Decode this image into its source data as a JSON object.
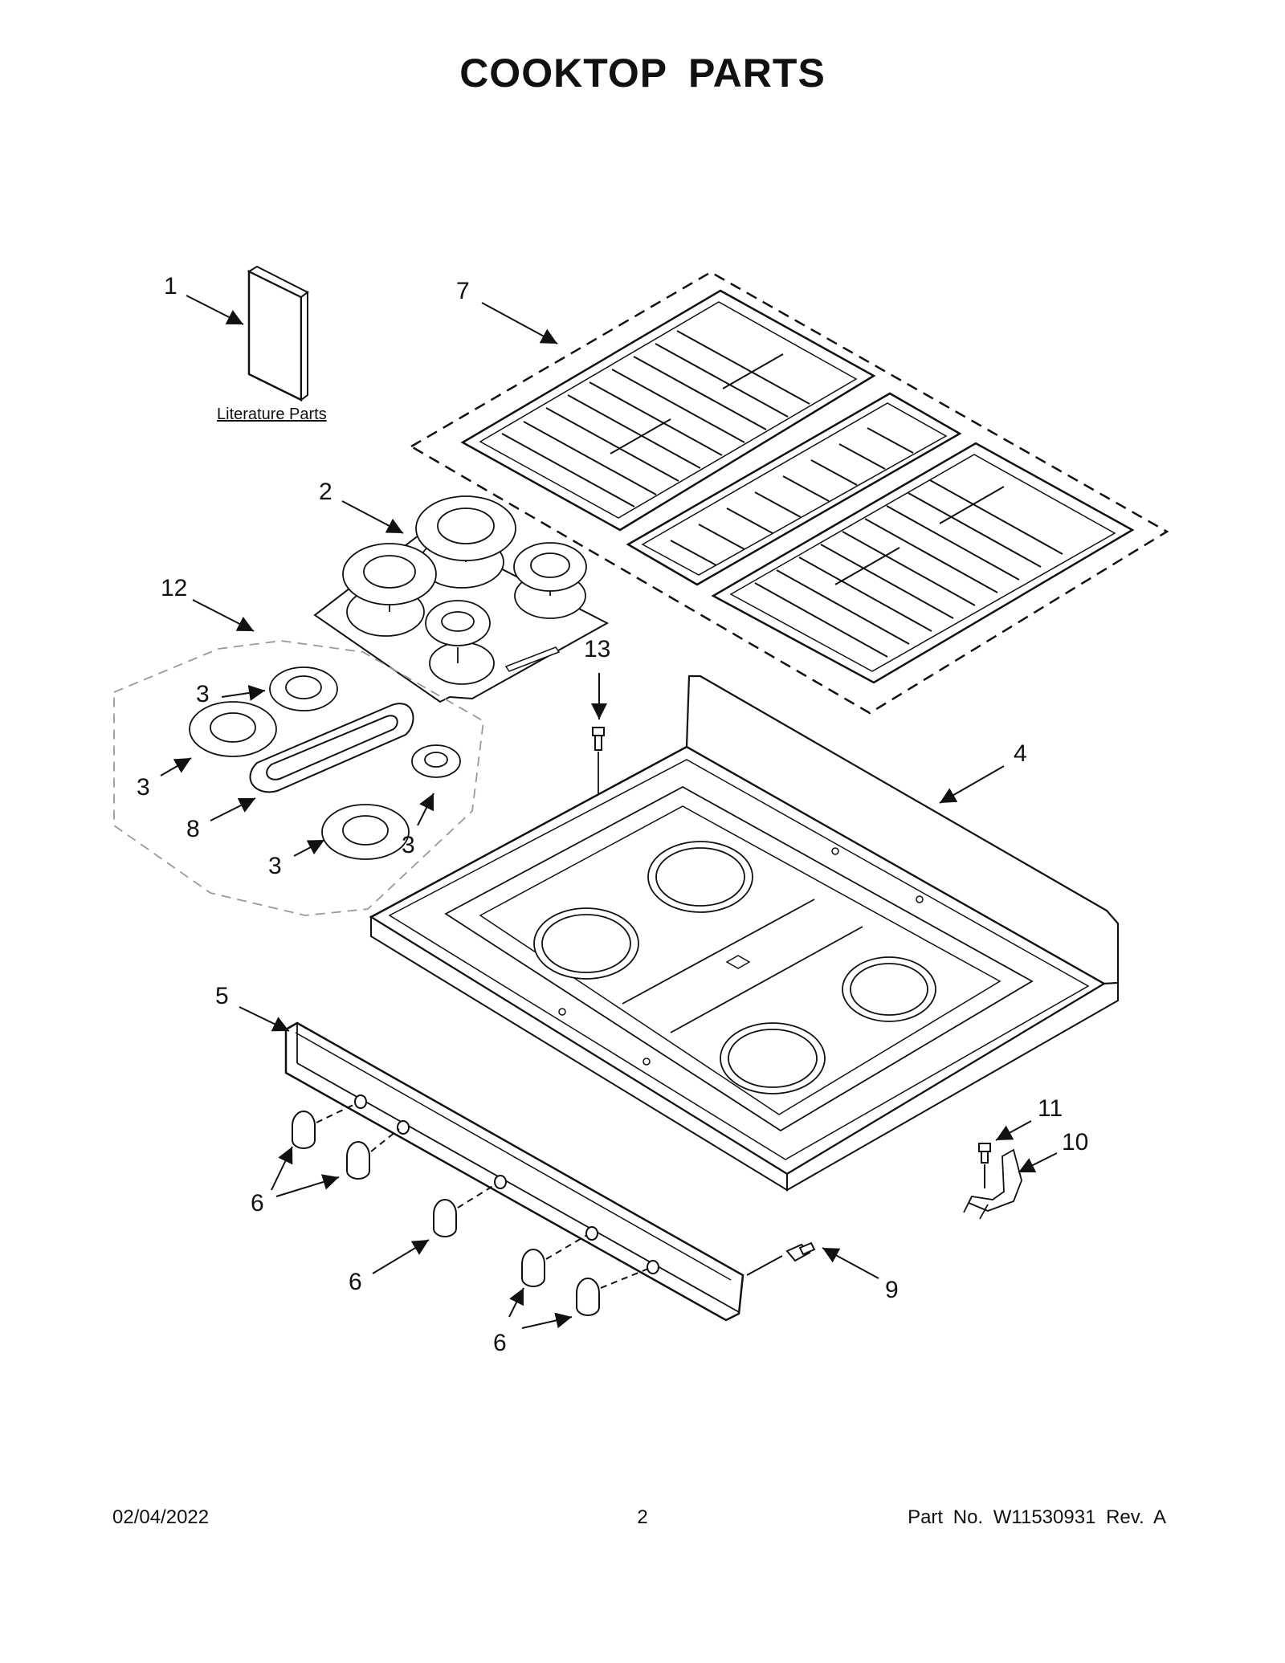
{
  "title": "COOKTOP  PARTS",
  "literature_label": "Literature Parts",
  "callouts": [
    "1",
    "2",
    "3",
    "3",
    "3",
    "3",
    "4",
    "5",
    "6",
    "6",
    "6",
    "7",
    "8",
    "9",
    "10",
    "11",
    "12",
    "13"
  ],
  "footer": {
    "date": "02/04/2022",
    "page": "2",
    "part": "Part No.  W11530931   Rev.  A"
  },
  "colors": {
    "line": "#111111",
    "dash": "#999999"
  }
}
